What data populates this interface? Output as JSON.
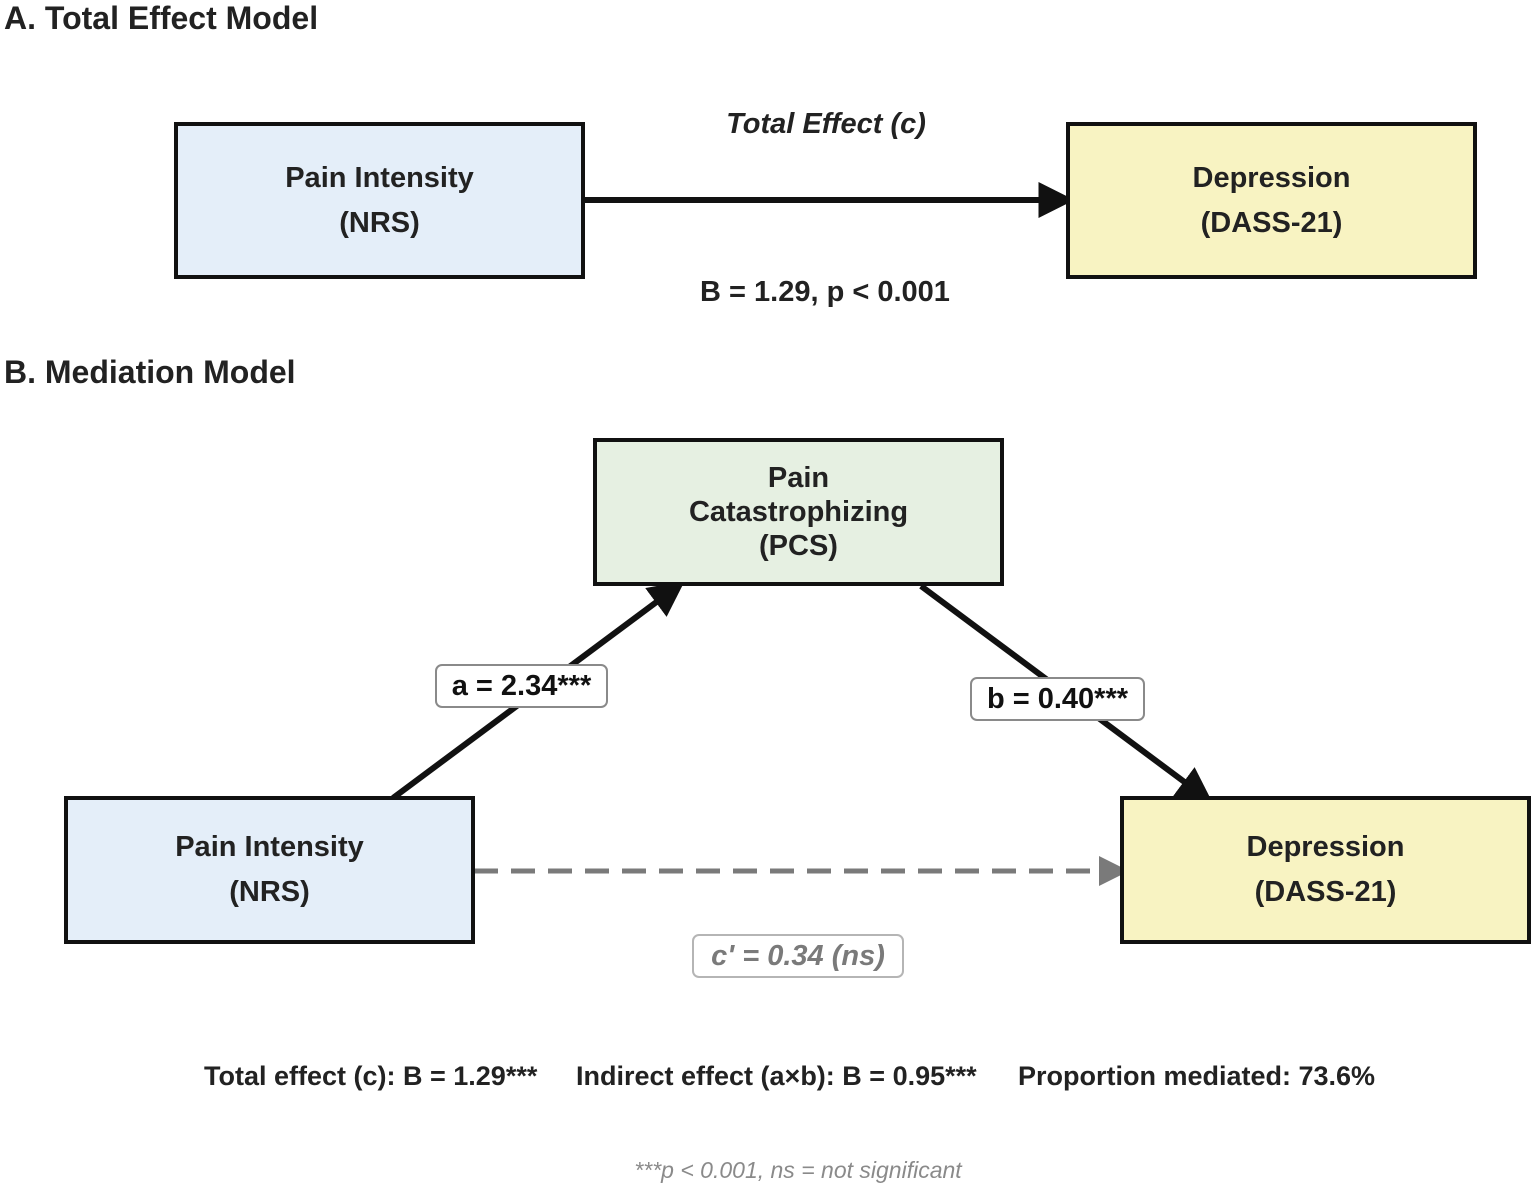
{
  "panel_a": {
    "title": "A. Total Effect Model",
    "predictor": {
      "line1": "Pain Intensity",
      "line2": "(NRS)"
    },
    "outcome": {
      "line1": "Depression",
      "line2": "(DASS-21)"
    },
    "path_label": "Total Effect (c)",
    "path_stat": "B = 1.29, p < 0.001"
  },
  "panel_b": {
    "title": "B. Mediation Model",
    "mediator": {
      "line1": "Pain",
      "line2": "Catastrophizing",
      "line3": "(PCS)"
    },
    "predictor": {
      "line1": "Pain Intensity",
      "line2": "(NRS)"
    },
    "outcome": {
      "line1": "Depression",
      "line2": "(DASS-21)"
    },
    "path_a": "a = 2.34***",
    "path_b": "b = 0.40***",
    "path_c_prime": "c' = 0.34 (ns)",
    "summary": {
      "total": "Total effect (c): B = 1.29***",
      "indirect": "Indirect effect (a×b): B = 0.95***",
      "proportion": "Proportion mediated: 73.6%"
    },
    "footnote": "***p < 0.001, ns = not significant"
  },
  "colors": {
    "predictor_fill": "#e4eef9",
    "outcome_fill": "#f8f3c2",
    "mediator_fill": "#e6f0e2",
    "direct_path": "#7a7a7a"
  }
}
